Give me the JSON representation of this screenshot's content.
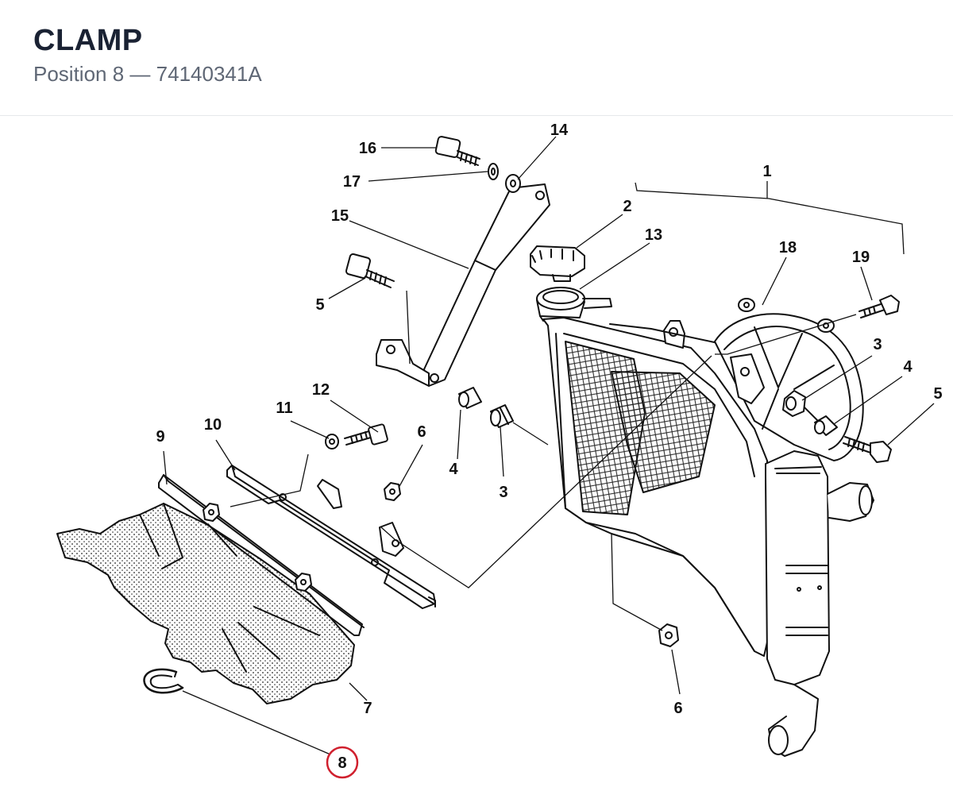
{
  "header": {
    "title": "CLAMP",
    "position_prefix": "Position 8",
    "separator": "—",
    "part_number": "74140341A"
  },
  "highlight_color": "#d0202e",
  "selected_position": "8",
  "callouts": [
    "16",
    "14",
    "17",
    "15",
    "5",
    "2",
    "13",
    "1",
    "18",
    "19",
    "3",
    "4",
    "5",
    "12",
    "11",
    "10",
    "9",
    "6",
    "4",
    "3",
    "6",
    "7",
    "8"
  ]
}
